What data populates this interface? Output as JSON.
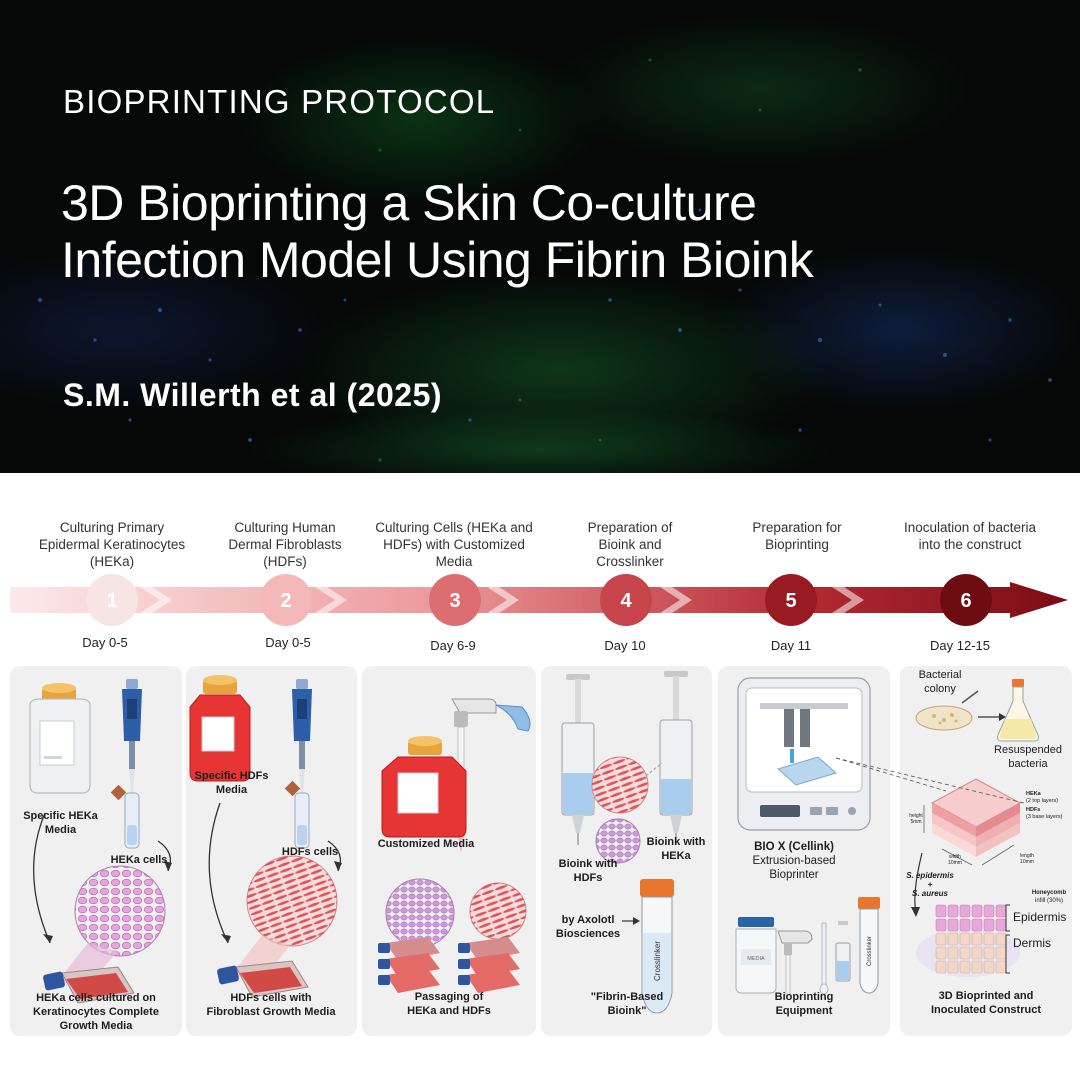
{
  "header": {
    "kicker": "BIOPRINTING PROTOCOL",
    "title_lines": [
      "3D Bioprinting a Skin Co-culture",
      "Infection Model Using Fibrin Bioink"
    ],
    "author": "S.M. Willerth et al (2025)"
  },
  "colors": {
    "step1": "#f9e4e4",
    "step2": "#f4b8b8",
    "step3": "#dc6e72",
    "step4": "#c8444b",
    "step5": "#9a1a22",
    "step6": "#6e0c12",
    "panel_bg": "#f1f0f0",
    "flask_red": "#e73535",
    "pipette_blue": "#2f5ea8"
  },
  "timeline": [
    {
      "number": "1",
      "title": [
        "Culturing Primary",
        "Epidermal Keratinocytes",
        "(HEKa)"
      ],
      "day": "Day 0-5"
    },
    {
      "number": "2",
      "title": [
        "Culturing Human",
        "Dermal Fibroblasts",
        "(HDFs)"
      ],
      "day": "Day 0-5"
    },
    {
      "number": "3",
      "title": [
        "Culturing Cells (HEKa and",
        "HDFs)  with Customized",
        "Media"
      ],
      "day": "Day 6-9"
    },
    {
      "number": "4",
      "title": [
        "Preparation of",
        "Bioink and",
        "Crosslinker"
      ],
      "day": "Day 10"
    },
    {
      "number": "5",
      "title": [
        "Preparation for",
        "Bioprinting"
      ],
      "day": "Day 11"
    },
    {
      "number": "6",
      "title": [
        "Inoculation of bacteria",
        "into the construct"
      ],
      "day": "Day 12-15"
    }
  ],
  "panels": {
    "p1": {
      "media": [
        "Specific HEKa",
        "Media"
      ],
      "cells": "HEKa cells",
      "caption": [
        "HEKa cells cultured on",
        "Keratinocytes Complete",
        "Growth Media"
      ]
    },
    "p2": {
      "media": [
        "Specific HDFs",
        "Media"
      ],
      "cells": "HDFs cells",
      "caption": [
        "HDFs cells with",
        "Fibroblast  Growth Media"
      ]
    },
    "p3": {
      "media": "Customized Media",
      "caption": [
        "Passaging of",
        "HEKa and HDFs"
      ]
    },
    "p4": {
      "hdfs": [
        "Bioink with",
        "HDFs"
      ],
      "heka": [
        "Bioink with",
        "HEKa"
      ],
      "vendor": [
        "by Axolotl",
        "Biosciences"
      ],
      "tube_text": "Crosslinker",
      "caption": [
        "\"Fibrin-Based",
        "Bioink\""
      ]
    },
    "p5": {
      "printer": [
        "BIO X (Cellink)",
        "Extrusion-based",
        "Bioprinter"
      ],
      "bottle_text": "MEDIA",
      "tube_text": "Crosslinker",
      "caption": [
        "Bioprinting",
        "Equipment"
      ]
    },
    "p6": {
      "colony": [
        "Bacterial",
        "colony"
      ],
      "resuspended": [
        "Resuspended",
        "bacteria"
      ],
      "layer_heka": [
        "HEKa",
        "(2 top layers)"
      ],
      "layer_hdfs": [
        "HDFs",
        "(3 base layers)"
      ],
      "dims": {
        "height": [
          "height",
          "5mm"
        ],
        "width": [
          "width",
          "10mm"
        ],
        "length": [
          "length",
          "10mm"
        ]
      },
      "bacteria": [
        "S. epidermis",
        "+",
        "S. aureus"
      ],
      "infill": [
        "Honeycomb",
        "infill (30%)"
      ],
      "epidermis": "Epidermis",
      "dermis": "Dermis",
      "caption": [
        "3D Bioprinted and",
        "Inoculated Construct"
      ]
    }
  }
}
